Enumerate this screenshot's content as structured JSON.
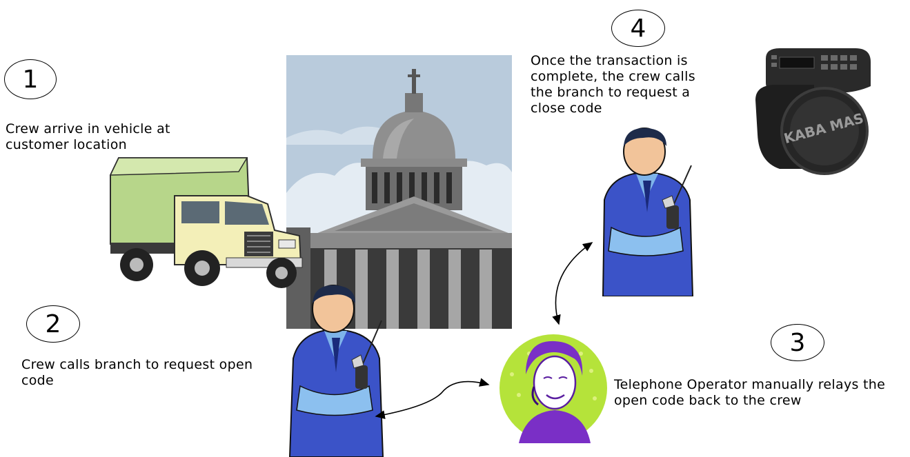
{
  "steps": [
    {
      "number": "1",
      "caption": "Crew arrive in vehicle at customer location"
    },
    {
      "number": "2",
      "caption": "Crew calls branch to request open code"
    },
    {
      "number": "3",
      "caption": "Telephone Operator manually relays the open code back to the crew"
    },
    {
      "number": "4",
      "caption": "Once the transaction is complete, the crew calls the branch to request a close code"
    }
  ],
  "lock_brand": "KABA MAS"
}
